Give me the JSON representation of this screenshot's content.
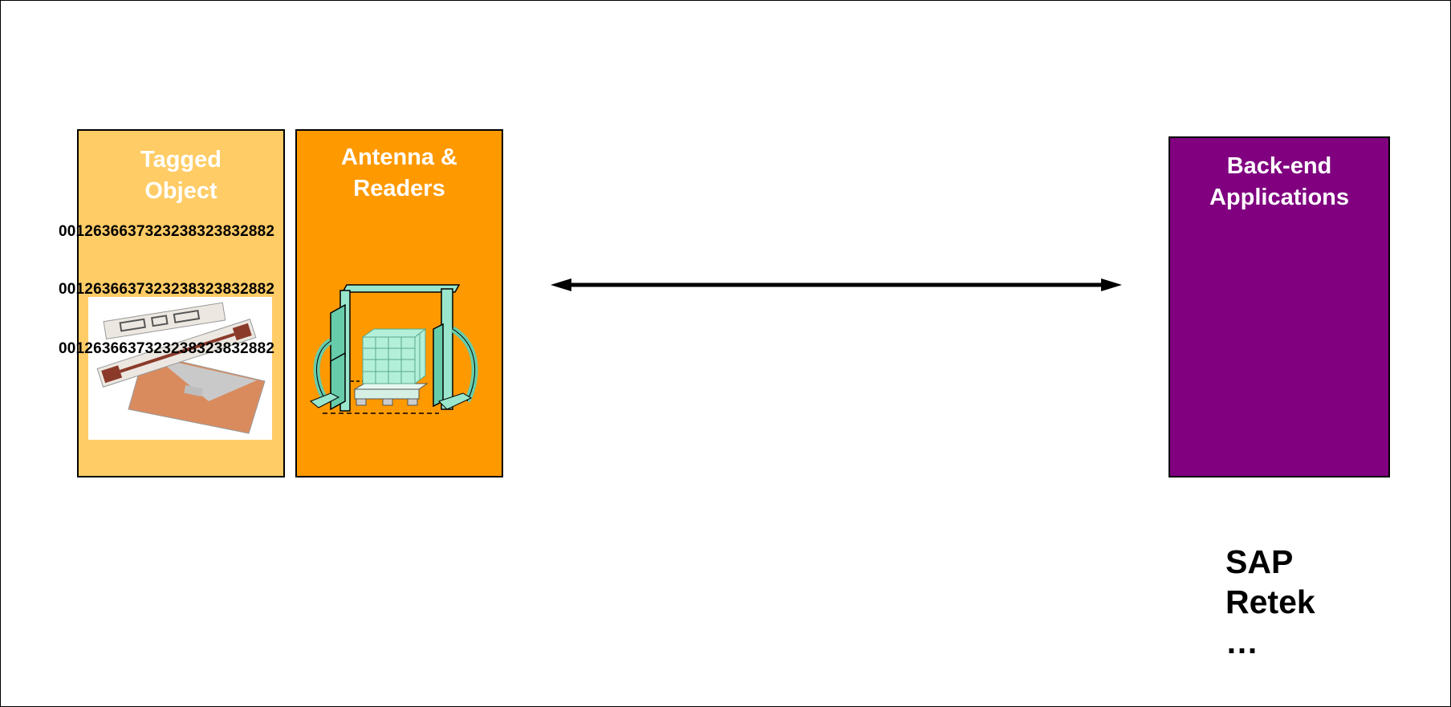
{
  "boxes": {
    "tagged_object": {
      "line1": "Tagged",
      "line2": "Object"
    },
    "antenna_readers": {
      "line1": "Antenna &",
      "line2": "Readers"
    },
    "backend": {
      "line1": "Back-end",
      "line2": "Applications"
    }
  },
  "epc_codes": [
    "0012636637323238323832882",
    "0012636637323238323832882",
    "0012636637323238323832882"
  ],
  "applications": [
    "SAP",
    "Retek",
    "…"
  ],
  "colors": {
    "tagged_object_fill": "#ffcc66",
    "antenna_fill": "#ff9900",
    "backend_fill": "#800080",
    "label_text": "#ffffff"
  },
  "icons": {
    "tag_image": "rfid-tag-illustration",
    "reader_image": "rfid-portal-reader-with-pallet",
    "connector": "double-headed-arrow"
  }
}
